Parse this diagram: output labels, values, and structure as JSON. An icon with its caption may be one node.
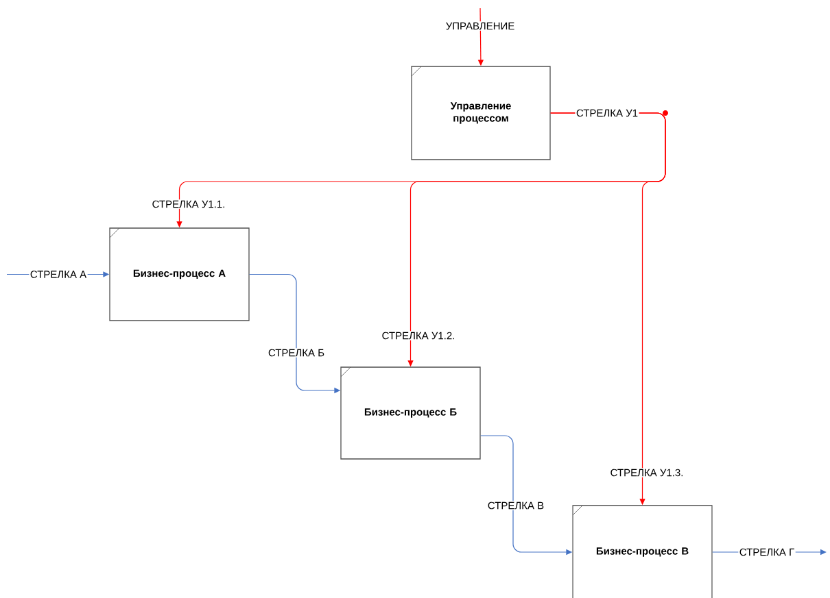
{
  "diagram": {
    "nodes": [
      {
        "text": [
          "Управление процессом"
        ]
      },
      {
        "text": [
          "Бизнес-процесс А"
        ]
      },
      {
        "text": [
          "Бизнес-процесс Б"
        ]
      },
      {
        "text": [
          "Бизнес-процесс В"
        ]
      }
    ],
    "edges": [
      {
        "from": null,
        "to": 0,
        "arrow": "to",
        "label": "УПРАВЛЕНИЕ",
        "color": "#ff0000"
      },
      {
        "from": 0,
        "to": 1,
        "arrow": "to",
        "label": "СТРЕЛКА У1.1.",
        "color": "#ff0000"
      },
      {
        "from": 0,
        "to": 2,
        "arrow": "to",
        "label": "СТРЕЛКА У1.2.",
        "color": "#ff0000"
      },
      {
        "from": 0,
        "to": 3,
        "arrow": "to",
        "label": "СТРЕЛКА У1.3.",
        "color": "#ff0000"
      },
      {
        "from": null,
        "to": 1,
        "arrow": "to",
        "label": "СТРЕЛКА А",
        "color": "#4472c4"
      },
      {
        "from": 1,
        "to": 2,
        "arrow": "to",
        "label": "СТРЕЛКА Б",
        "color": "#4472c4"
      },
      {
        "from": 2,
        "to": 3,
        "arrow": "to",
        "label": "СТРЕЛКА В",
        "color": "#4472c4"
      },
      {
        "from": 3,
        "to": null,
        "arrow": "to",
        "label": "СТРЕЛКА Г",
        "color": "#4472c4"
      }
    ],
    "labels": [
      "СТРЕЛКА У1"
    ]
  }
}
